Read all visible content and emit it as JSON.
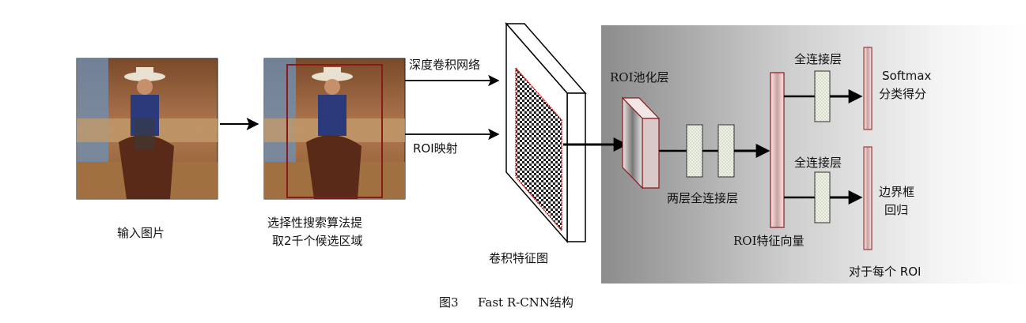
{
  "labels": {
    "input_image": "输入图片",
    "selective_search_line1": "选择性搜索算法提",
    "selective_search_line2": "取2千个候选区域",
    "deep_conv_net": "深度卷积网络",
    "roi_projection": "ROI映射",
    "conv_feature_map": "卷积特征图",
    "roi_pooling": "ROI池化层",
    "two_fc_layers": "两层全连接层",
    "roi_feature_vector": "ROI特征向量",
    "fc_layer_top": "全连接层",
    "fc_layer_bottom": "全连接层",
    "softmax_line1": "Softmax",
    "softmax_line2": "分类得分",
    "bbox_line1": "边界框",
    "bbox_line2": "回归",
    "per_roi": "对于每个  ROI"
  },
  "caption": {
    "fig_num": "图3",
    "title": "Fast R-CNN结构"
  },
  "colors": {
    "frame_red": "#8a1a1a",
    "checker_red": "#d22020",
    "panel_dark": "#8a8a8a",
    "panel_light": "#ffffff",
    "fc_fill": "#e8eee0"
  }
}
